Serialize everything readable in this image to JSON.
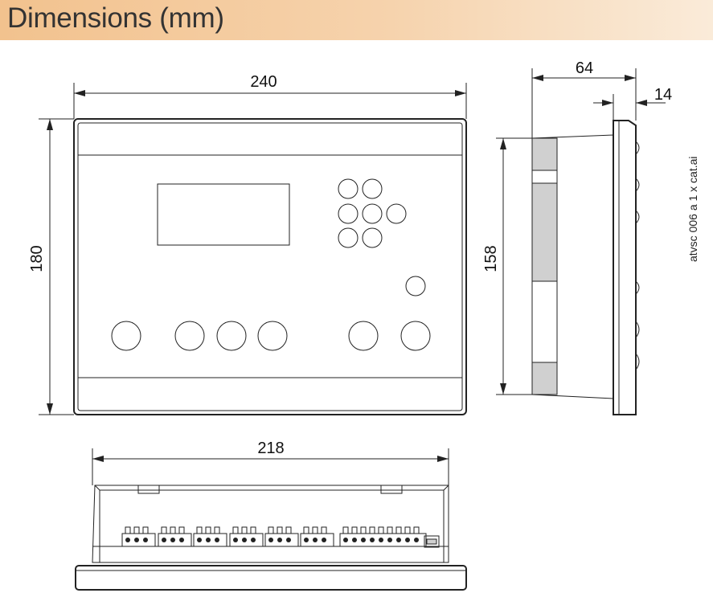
{
  "header": {
    "title": "Dimensions (mm)",
    "color": "#f4c894"
  },
  "front_view": {
    "width_label": "240",
    "height_label": "180"
  },
  "side_view": {
    "depth_label": "64",
    "flange_label": "14",
    "height_label": "158"
  },
  "bottom_view": {
    "width_label": "218"
  },
  "file_reference": "atvsc 006 a 1 x cat.ai"
}
